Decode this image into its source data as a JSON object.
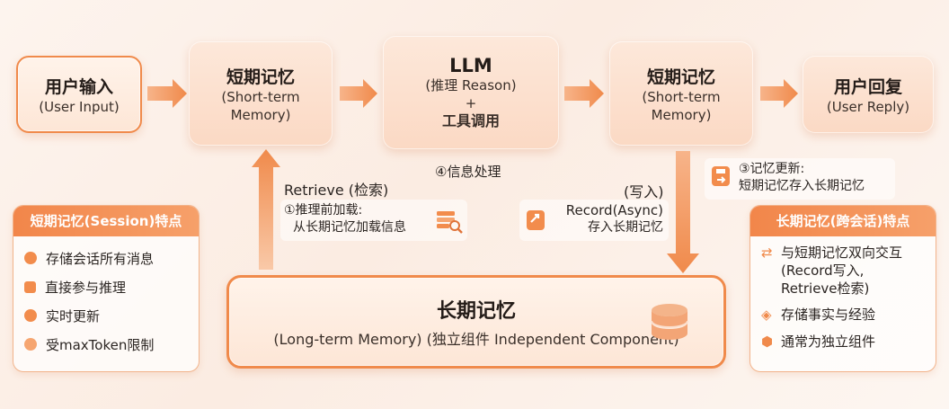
{
  "flow": {
    "user_input": {
      "title": "用户输入",
      "sub": "(User Input)"
    },
    "stm_left": {
      "title": "短期记忆",
      "sub1": "(Short-term",
      "sub2": "Memory)"
    },
    "llm": {
      "title": "LLM",
      "sub": "(推理 Reason)",
      "plus": "+",
      "tools": "工具调用"
    },
    "stm_right": {
      "title": "短期记忆",
      "sub1": "(Short-term",
      "sub2": "Memory)"
    },
    "user_reply": {
      "title": "用户回复",
      "sub": "(User Reply)"
    }
  },
  "labels": {
    "process": "④信息处理",
    "retrieve_title": "Retrieve (检索)",
    "retrieve_l1": "①推理前加载:",
    "retrieve_l2": "从长期记忆加载信息",
    "write_title": "(写入)",
    "record_l1": "Record(Async)",
    "record_l2": "存入长期记忆",
    "update_l1": "③记忆更新:",
    "update_l2": "短期记忆存入长期记忆"
  },
  "ltm": {
    "title": "长期记忆",
    "sub": "(Long-term Memory) (独立组件 Independent Component)"
  },
  "left_panel": {
    "title": "短期记忆(Session)特点",
    "items": [
      "存储会话所有消息",
      "直接参与推理",
      "实时更新",
      "受maxToken限制"
    ]
  },
  "right_panel": {
    "title": "长期记忆(跨会话)特点",
    "item1_l1": "与短期记忆双向交互",
    "item1_l2": "(Record写入,",
    "item1_l3": "Retrieve检索)",
    "item2": "存储事实与经验",
    "item3": "通常为独立组件"
  },
  "colors": {
    "accent": "#f08a4b",
    "box": "#fbd9c4",
    "header": "#f2864a"
  }
}
